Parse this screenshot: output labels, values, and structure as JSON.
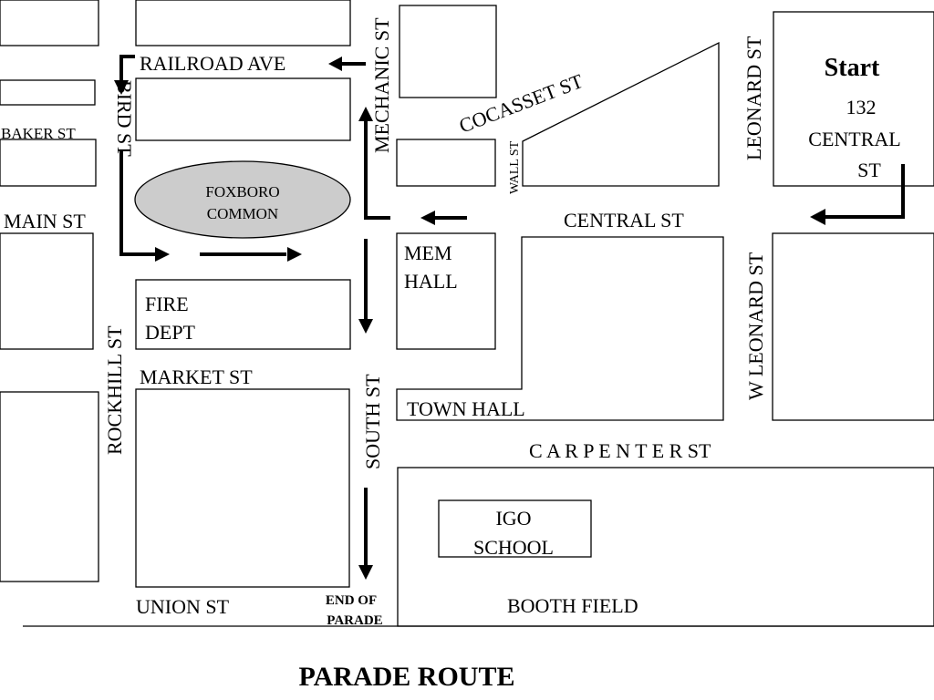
{
  "map_title": "PARADE ROUTE",
  "colors": {
    "common_fill": "#cccccc",
    "route": "#000000"
  },
  "streets": {
    "railroad_ave": "RAILROAD AVE",
    "bird_st": "BIRD ST",
    "baker_st": "BAKER ST",
    "main_st": "MAIN ST",
    "mechanic_st": "MECHANIC ST",
    "cocasset_st": "COCASSET ST",
    "wall_st": "WALL ST",
    "central_st": "CENTRAL ST",
    "leonard_st": "LEONARD ST",
    "w_leonard_st": "W LEONARD ST",
    "rockhill_st": "ROCKHILL ST",
    "market_st": "MARKET ST",
    "south_st": "SOUTH ST",
    "carpenter_st": "C A R P E N T E R ST",
    "union_st": "UNION ST"
  },
  "landmarks": {
    "foxboro_common_line1": "FOXBORO",
    "foxboro_common_line2": "COMMON",
    "fire_dept_line1": "FIRE",
    "fire_dept_line2": "DEPT",
    "mem_hall_line1": "MEM",
    "mem_hall_line2": "HALL",
    "town_hall": "TOWN HALL",
    "igo_school_line1": "IGO",
    "igo_school_line2": "SCHOOL",
    "booth_field": "BOOTH FIELD"
  },
  "start": {
    "label": "Start",
    "address_line1": "132",
    "address_line2": "CENTRAL",
    "address_line3": "ST"
  },
  "end": {
    "line1": "END OF",
    "line2": "PARADE"
  }
}
